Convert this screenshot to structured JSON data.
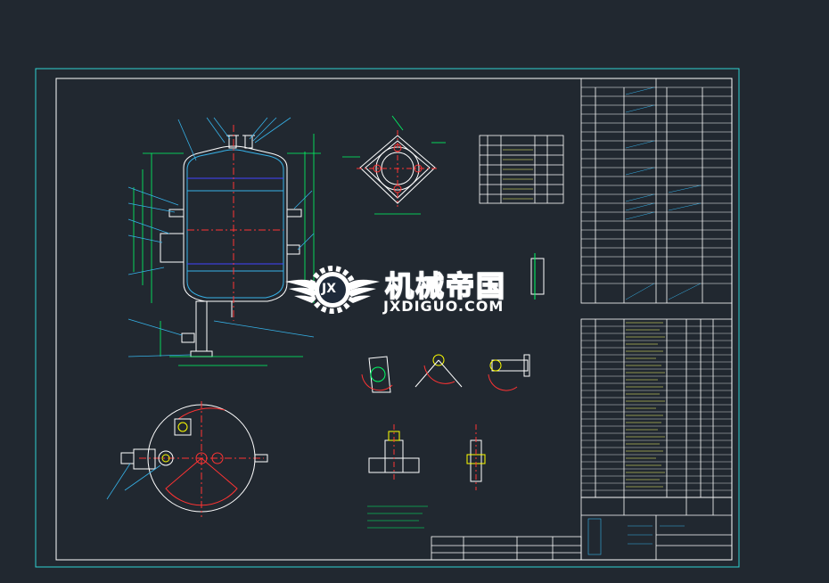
{
  "colors": {
    "background": "#212830",
    "frame": "#2fd2d2",
    "linework": "#ffffff",
    "dimension": "#00ff66",
    "centerline": "#ff3333",
    "annotation": "#36b2e8"
  },
  "watermark": {
    "title_cn": "机械帝国",
    "title_en": "JXDIGUO.COM",
    "logo_letters": "JX",
    "logo_icon": "winged-gear-icon"
  }
}
